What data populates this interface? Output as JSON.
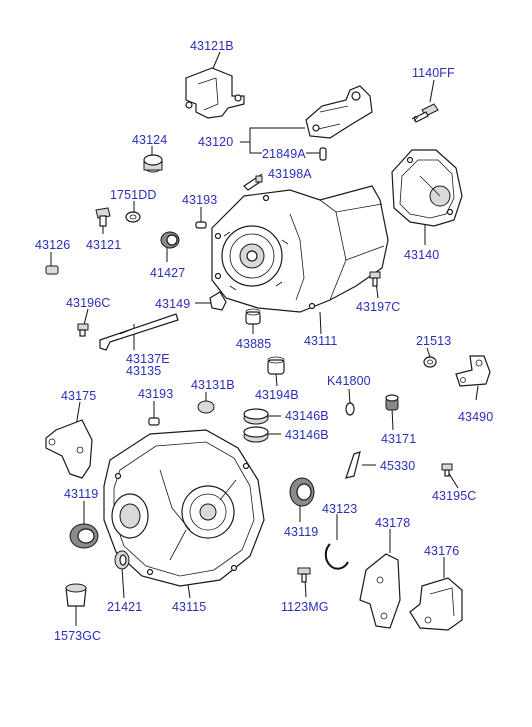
{
  "diagram": {
    "labels": [
      {
        "id": "43121B",
        "text": "43121B"
      },
      {
        "id": "1140FF",
        "text": "1140FF"
      },
      {
        "id": "43124",
        "text": "43124"
      },
      {
        "id": "43120",
        "text": "43120"
      },
      {
        "id": "21849A",
        "text": "21849A"
      },
      {
        "id": "43198A",
        "text": "43198A"
      },
      {
        "id": "1751DD",
        "text": "1751DD"
      },
      {
        "id": "43193a",
        "text": "43193"
      },
      {
        "id": "43126",
        "text": "43126"
      },
      {
        "id": "43121",
        "text": "43121"
      },
      {
        "id": "41427",
        "text": "41427"
      },
      {
        "id": "43140",
        "text": "43140"
      },
      {
        "id": "43196C",
        "text": "43196C"
      },
      {
        "id": "43149",
        "text": "43149"
      },
      {
        "id": "43197C",
        "text": "43197C"
      },
      {
        "id": "43137E",
        "text": "43137E"
      },
      {
        "id": "43135",
        "text": "43135"
      },
      {
        "id": "43885",
        "text": "43885"
      },
      {
        "id": "43111",
        "text": "43111"
      },
      {
        "id": "21513",
        "text": "21513"
      },
      {
        "id": "K41800",
        "text": "K41800"
      },
      {
        "id": "43131B",
        "text": "43131B"
      },
      {
        "id": "43194B",
        "text": "43194B"
      },
      {
        "id": "43175",
        "text": "43175"
      },
      {
        "id": "43193b",
        "text": "43193"
      },
      {
        "id": "43146B1",
        "text": "43146B"
      },
      {
        "id": "43146B2",
        "text": "43146B"
      },
      {
        "id": "43171",
        "text": "43171"
      },
      {
        "id": "43490",
        "text": "43490"
      },
      {
        "id": "45330",
        "text": "45330"
      },
      {
        "id": "43195C",
        "text": "43195C"
      },
      {
        "id": "43119a",
        "text": "43119"
      },
      {
        "id": "43123",
        "text": "43123"
      },
      {
        "id": "43119b",
        "text": "43119"
      },
      {
        "id": "43178",
        "text": "43178"
      },
      {
        "id": "43176",
        "text": "43176"
      },
      {
        "id": "21421",
        "text": "21421"
      },
      {
        "id": "43115",
        "text": "43115"
      },
      {
        "id": "1123MG",
        "text": "1123MG"
      },
      {
        "id": "1573GC",
        "text": "1573GC"
      }
    ]
  }
}
